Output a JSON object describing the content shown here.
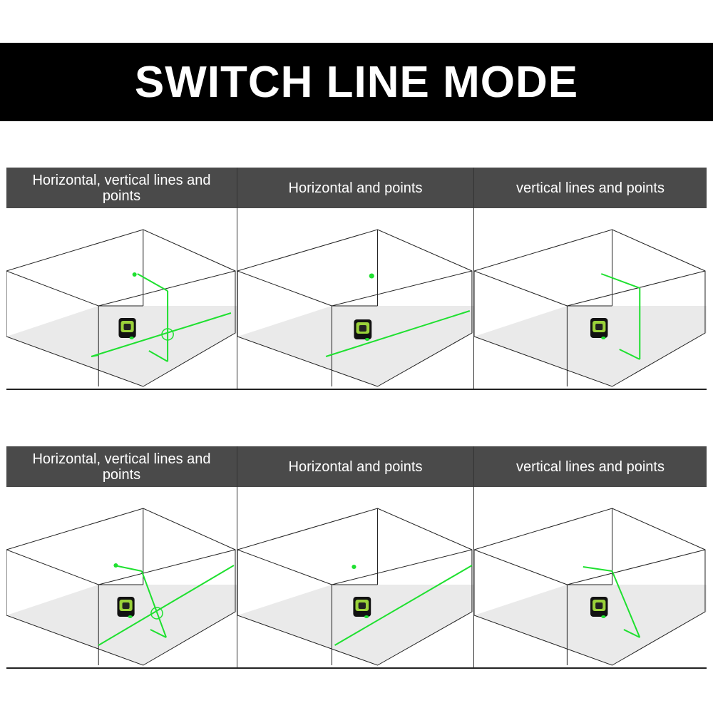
{
  "title": "SWITCH LINE MODE",
  "colors": {
    "banner": "#000000",
    "header": "#4a4a4a",
    "laser": "#1fe030",
    "floor": "#d8d8d8"
  },
  "rows": [
    {
      "panels": [
        {
          "label": "Horizontal, vertical lines and points",
          "mode": "hv-points"
        },
        {
          "label": "Horizontal and points",
          "mode": "h-points"
        },
        {
          "label": "vertical lines and points",
          "mode": "v-points"
        }
      ]
    },
    {
      "panels": [
        {
          "label": "Horizontal, vertical lines and points",
          "mode": "hv-points-tilt"
        },
        {
          "label": "Horizontal and points",
          "mode": "h-points-tilt"
        },
        {
          "label": "vertical lines and points",
          "mode": "v-points-tilt"
        }
      ]
    }
  ]
}
